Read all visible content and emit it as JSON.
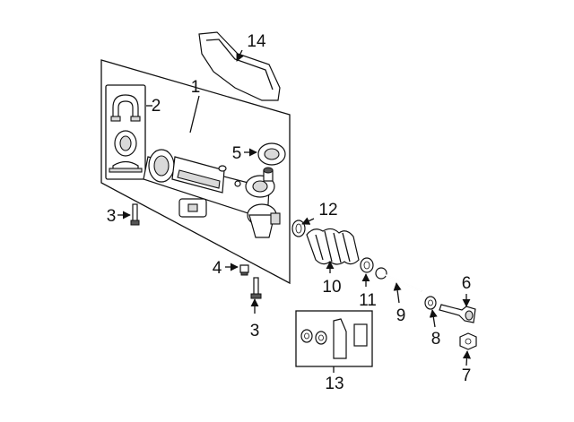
{
  "callouts": {
    "c1": "1",
    "c2": "2",
    "c3a": "3",
    "c3b": "3",
    "c4": "4",
    "c5": "5",
    "c6": "6",
    "c7": "7",
    "c8": "8",
    "c9": "9",
    "c10": "10",
    "c11": "11",
    "c12": "12",
    "c13": "13",
    "c14": "14"
  }
}
